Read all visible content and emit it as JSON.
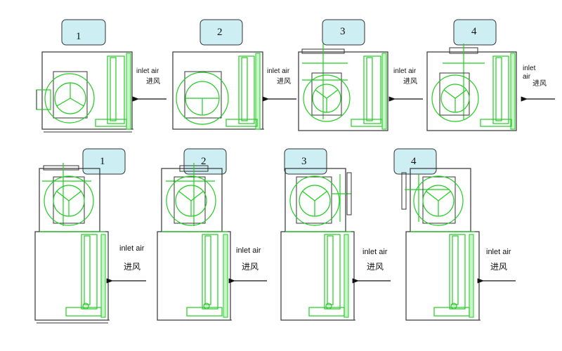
{
  "top_row": [
    {
      "badge": "1",
      "label_en": "inlet air",
      "label_cn": "进风"
    },
    {
      "badge": "2",
      "label_en": "inlet air",
      "label_cn": "进风"
    },
    {
      "badge": "3",
      "label_en": "inlet air",
      "label_cn": "进风"
    },
    {
      "badge": "4",
      "label_en": "inlet",
      "label_en2": "air",
      "label_cn": "进风"
    }
  ],
  "bottom_row": [
    {
      "badge": "1",
      "label_en": "inlet air",
      "label_cn": "进风"
    },
    {
      "badge": "2",
      "label_en": "inlet air",
      "label_cn": "进风"
    },
    {
      "badge": "3",
      "label_en": "inlet air",
      "label_cn": "进风"
    },
    {
      "badge": "4",
      "label_en": "inlet air",
      "label_cn": "进风"
    }
  ]
}
